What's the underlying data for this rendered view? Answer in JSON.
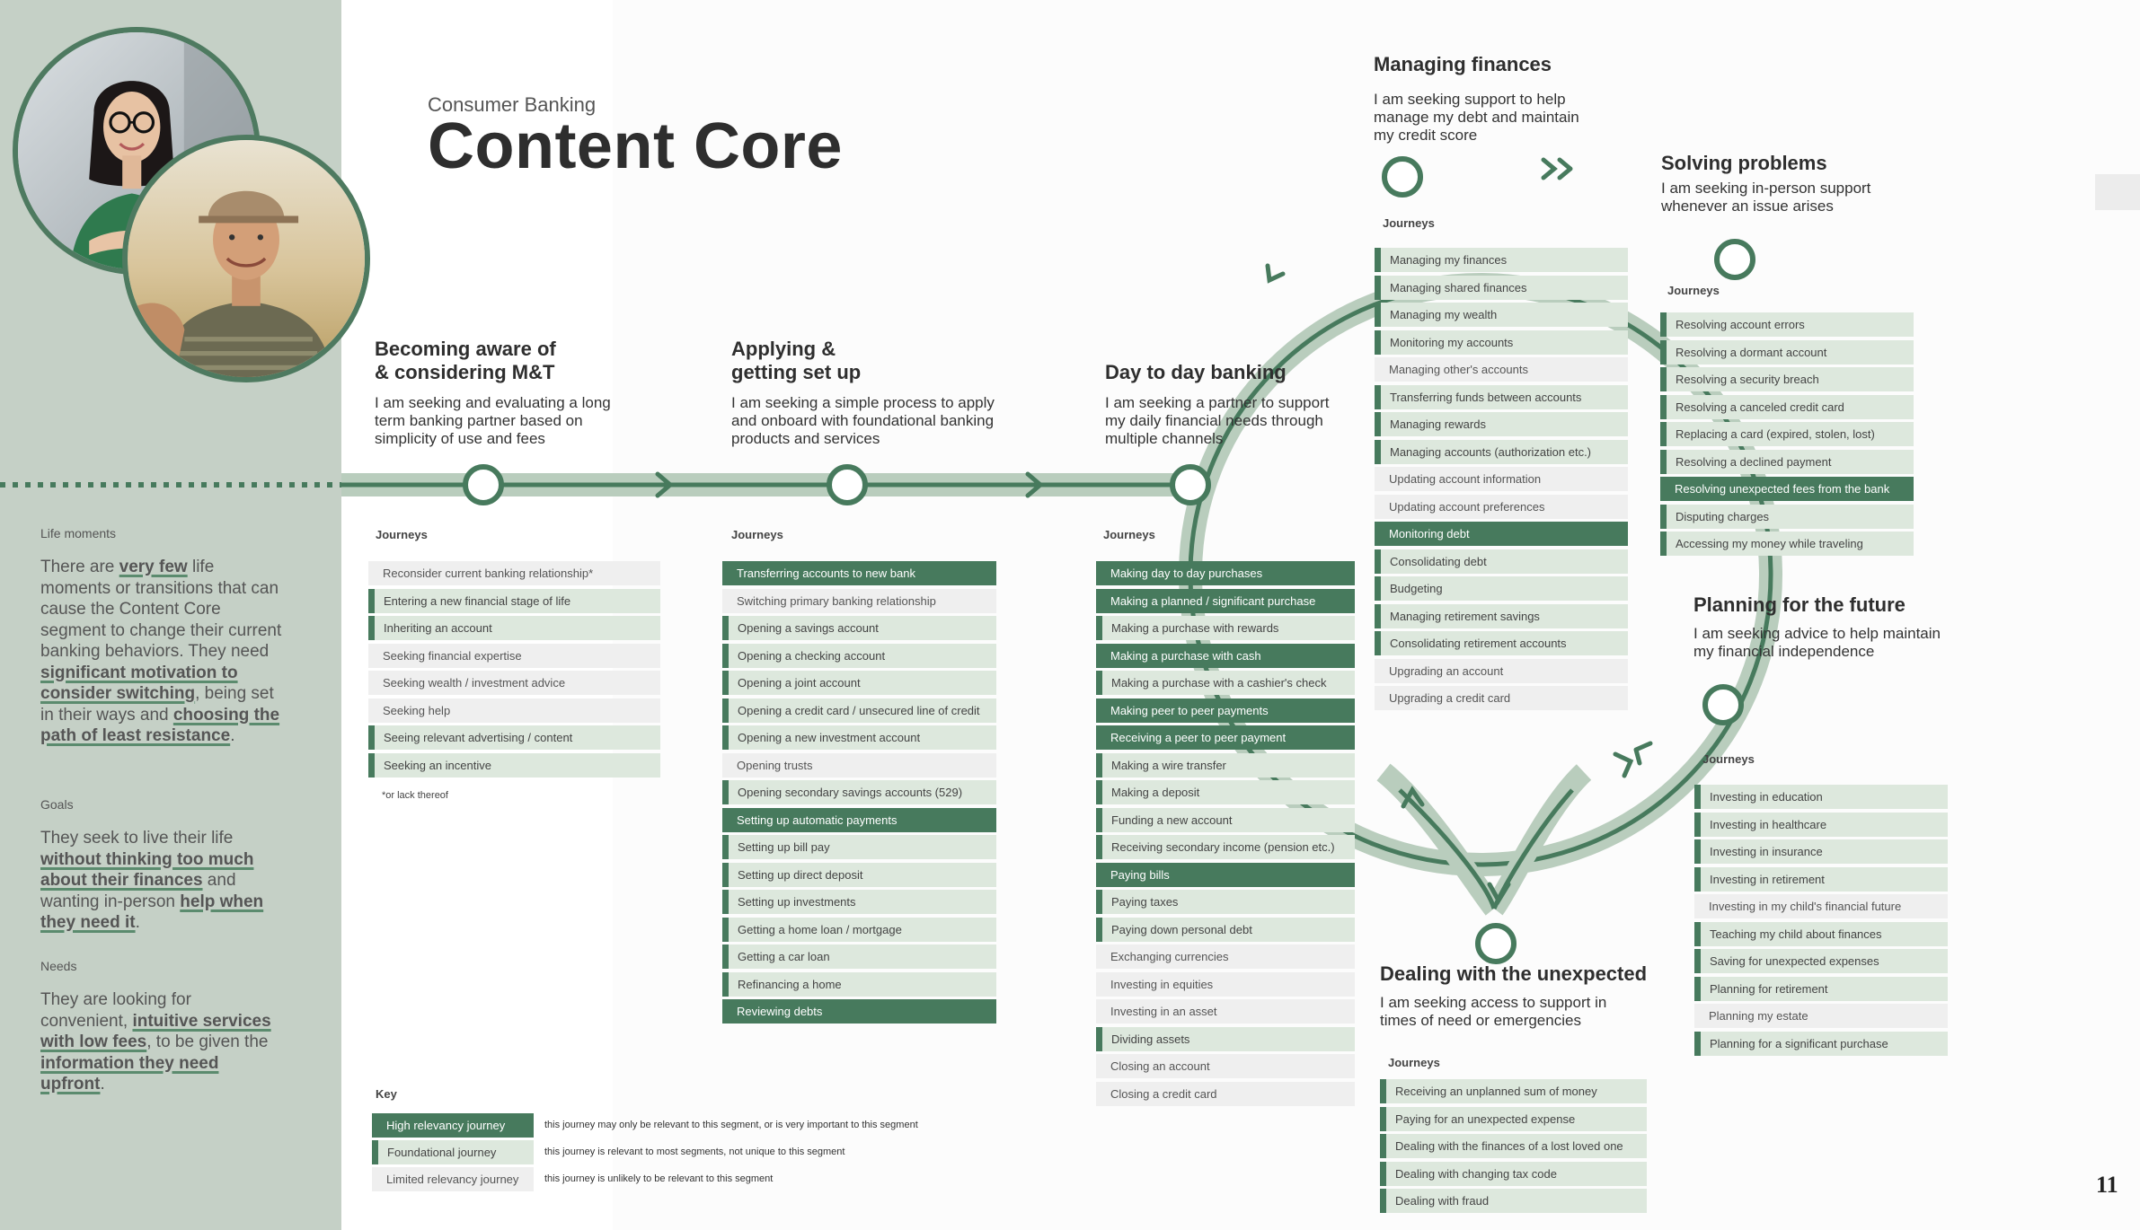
{
  "header": {
    "subtitle": "Consumer Banking",
    "title": "Content Core"
  },
  "colors": {
    "high": "#477a5d",
    "foundational": "#dde8dd",
    "limited": "#efefef",
    "track": "#b9cdbd",
    "node": "#477a5d",
    "sidebar": "#c5d0c6"
  },
  "sidebar": {
    "life_moments": {
      "heading": "Life moments",
      "parts": [
        {
          "t": "There are "
        },
        {
          "t": "very few",
          "b": true
        },
        {
          "t": " life moments or transitions that can cause the Content Core segment to change their current banking behaviors. They need "
        },
        {
          "t": "significant motivation to consider switching",
          "b": true
        },
        {
          "t": ", being set in their ways and "
        },
        {
          "t": "choosing the path of least resistance",
          "b": true
        },
        {
          "t": "."
        }
      ]
    },
    "goals": {
      "heading": "Goals",
      "parts": [
        {
          "t": "They seek to live their life "
        },
        {
          "t": "without thinking too much about their finances",
          "b": true
        },
        {
          "t": " and wanting in-person "
        },
        {
          "t": "help when they need it",
          "b": true
        },
        {
          "t": "."
        }
      ]
    },
    "needs": {
      "heading": "Needs",
      "parts": [
        {
          "t": "They are looking for convenient, "
        },
        {
          "t": "intuitive services with low fees",
          "b": true
        },
        {
          "t": ", to be given the "
        },
        {
          "t": "information they need upfront",
          "b": true
        },
        {
          "t": "."
        }
      ]
    }
  },
  "journeys_label": "Journeys",
  "stages": [
    {
      "id": "aware",
      "title": "Becoming aware of\n& considering M&T",
      "description": "I am seeking and evaluating a long term banking partner based on simplicity of use and fees",
      "journeys": [
        {
          "label": "Reconsider current banking relationship*",
          "level": "limited"
        },
        {
          "label": "Entering a new financial stage of life",
          "level": "found"
        },
        {
          "label": "Inheriting an account",
          "level": "found"
        },
        {
          "label": "Seeking financial expertise",
          "level": "limited"
        },
        {
          "label": "Seeking wealth / investment advice",
          "level": "limited"
        },
        {
          "label": "Seeking help",
          "level": "limited"
        },
        {
          "label": "Seeing relevant advertising / content",
          "level": "found"
        },
        {
          "label": "Seeking an incentive",
          "level": "found"
        }
      ],
      "footnote": "*or lack thereof"
    },
    {
      "id": "apply",
      "title": "Applying &\ngetting set up",
      "description": "I am seeking a simple process to apply and onboard with foundational banking products and services",
      "journeys": [
        {
          "label": "Transferring accounts to new bank",
          "level": "high"
        },
        {
          "label": "Switching primary banking relationship",
          "level": "limited"
        },
        {
          "label": "Opening a savings account",
          "level": "found"
        },
        {
          "label": "Opening a checking account",
          "level": "found"
        },
        {
          "label": "Opening a joint account",
          "level": "found"
        },
        {
          "label": "Opening a credit card / unsecured line of credit",
          "level": "found"
        },
        {
          "label": "Opening a new investment account",
          "level": "found"
        },
        {
          "label": "Opening trusts",
          "level": "limited"
        },
        {
          "label": "Opening secondary savings accounts (529)",
          "level": "found"
        },
        {
          "label": "Setting up automatic payments",
          "level": "high"
        },
        {
          "label": "Setting up bill pay",
          "level": "found"
        },
        {
          "label": "Setting up direct deposit",
          "level": "found"
        },
        {
          "label": "Setting up investments",
          "level": "found"
        },
        {
          "label": "Getting a home loan / mortgage",
          "level": "found"
        },
        {
          "label": "Getting a car loan",
          "level": "found"
        },
        {
          "label": "Refinancing a home",
          "level": "found"
        },
        {
          "label": "Reviewing debts",
          "level": "high"
        }
      ]
    },
    {
      "id": "daytoday",
      "title": "Day to day banking",
      "description": "I am seeking a partner to support my daily financial needs through multiple channels",
      "journeys": [
        {
          "label": "Making day to day purchases",
          "level": "high"
        },
        {
          "label": "Making a planned / significant purchase",
          "level": "high"
        },
        {
          "label": "Making a purchase with rewards",
          "level": "found"
        },
        {
          "label": "Making a purchase with cash",
          "level": "high"
        },
        {
          "label": "Making a purchase with a cashier's check",
          "level": "found"
        },
        {
          "label": "Making peer to peer payments",
          "level": "high"
        },
        {
          "label": "Receiving a peer to peer payment",
          "level": "high"
        },
        {
          "label": "Making a wire transfer",
          "level": "found"
        },
        {
          "label": "Making a deposit",
          "level": "found"
        },
        {
          "label": "Funding a new account",
          "level": "found"
        },
        {
          "label": "Receiving secondary income (pension etc.)",
          "level": "found"
        },
        {
          "label": "Paying bills",
          "level": "high"
        },
        {
          "label": "Paying taxes",
          "level": "found"
        },
        {
          "label": "Paying down personal debt",
          "level": "found"
        },
        {
          "label": "Exchanging currencies",
          "level": "limited"
        },
        {
          "label": "Investing in equities",
          "level": "limited"
        },
        {
          "label": "Investing in an asset",
          "level": "limited"
        },
        {
          "label": "Dividing assets",
          "level": "found"
        },
        {
          "label": "Closing an account",
          "level": "limited"
        },
        {
          "label": "Closing a credit card",
          "level": "limited"
        }
      ]
    },
    {
      "id": "managing",
      "title": "Managing finances",
      "description": "I am seeking support to help manage my debt and maintain my credit score",
      "journeys": [
        {
          "label": "Managing my finances",
          "level": "found"
        },
        {
          "label": "Managing shared finances",
          "level": "found"
        },
        {
          "label": "Managing my wealth",
          "level": "found"
        },
        {
          "label": "Monitoring my accounts",
          "level": "found"
        },
        {
          "label": "Managing other's accounts",
          "level": "limited"
        },
        {
          "label": "Transferring funds between accounts",
          "level": "found"
        },
        {
          "label": "Managing rewards",
          "level": "found"
        },
        {
          "label": "Managing accounts (authorization etc.)",
          "level": "found"
        },
        {
          "label": "Updating account information",
          "level": "limited"
        },
        {
          "label": "Updating account preferences",
          "level": "limited"
        },
        {
          "label": "Monitoring debt",
          "level": "high"
        },
        {
          "label": "Consolidating debt",
          "level": "found"
        },
        {
          "label": "Budgeting",
          "level": "found"
        },
        {
          "label": "Managing retirement savings",
          "level": "found"
        },
        {
          "label": "Consolidating retirement accounts",
          "level": "found"
        },
        {
          "label": "Upgrading an account",
          "level": "limited"
        },
        {
          "label": "Upgrading a credit card",
          "level": "limited"
        }
      ]
    },
    {
      "id": "solving",
      "title": "Solving problems",
      "description": "I am seeking in-person support whenever an issue arises",
      "journeys": [
        {
          "label": "Resolving account errors",
          "level": "found"
        },
        {
          "label": "Resolving a dormant account",
          "level": "found"
        },
        {
          "label": "Resolving a security breach",
          "level": "found"
        },
        {
          "label": "Resolving a canceled credit card",
          "level": "found"
        },
        {
          "label": "Replacing a card (expired, stolen, lost)",
          "level": "found"
        },
        {
          "label": "Resolving a declined payment",
          "level": "found"
        },
        {
          "label": "Resolving unexpected fees from the bank",
          "level": "high"
        },
        {
          "label": "Disputing charges",
          "level": "found"
        },
        {
          "label": "Accessing my money while traveling",
          "level": "found"
        }
      ]
    },
    {
      "id": "planning",
      "title": "Planning for the future",
      "description": "I am seeking advice to help maintain my financial independence",
      "journeys": [
        {
          "label": "Investing in education",
          "level": "found"
        },
        {
          "label": "Investing in healthcare",
          "level": "found"
        },
        {
          "label": "Investing in insurance",
          "level": "found"
        },
        {
          "label": "Investing in retirement",
          "level": "found"
        },
        {
          "label": "Investing in my child's financial future",
          "level": "limited"
        },
        {
          "label": "Teaching my child about finances",
          "level": "found"
        },
        {
          "label": "Saving for unexpected expenses",
          "level": "found"
        },
        {
          "label": "Planning for retirement",
          "level": "found"
        },
        {
          "label": "Planning my estate",
          "level": "limited"
        },
        {
          "label": "Planning for a significant purchase",
          "level": "found"
        }
      ]
    },
    {
      "id": "unexpected",
      "title": "Dealing with the unexpected",
      "description": "I am seeking access to support in times of need or emergencies",
      "journeys": [
        {
          "label": "Receiving an unplanned sum of money",
          "level": "found"
        },
        {
          "label": "Paying for an unexpected expense",
          "level": "found"
        },
        {
          "label": "Dealing with the finances of a lost loved one",
          "level": "found"
        },
        {
          "label": "Dealing with changing tax code",
          "level": "found"
        },
        {
          "label": "Dealing with fraud",
          "level": "found"
        }
      ]
    }
  ],
  "key": {
    "label": "Key",
    "items": [
      {
        "label": "High relevancy journey",
        "level": "high",
        "desc": "this journey may only be relevant to this segment, or is very important to this segment"
      },
      {
        "label": "Foundational journey",
        "level": "found",
        "desc": "this journey is relevant to most segments, not unique to this segment"
      },
      {
        "label": "Limited relevancy journey",
        "level": "limited",
        "desc": "this journey is unlikely to be relevant to this segment"
      }
    ]
  },
  "page_number": "11"
}
